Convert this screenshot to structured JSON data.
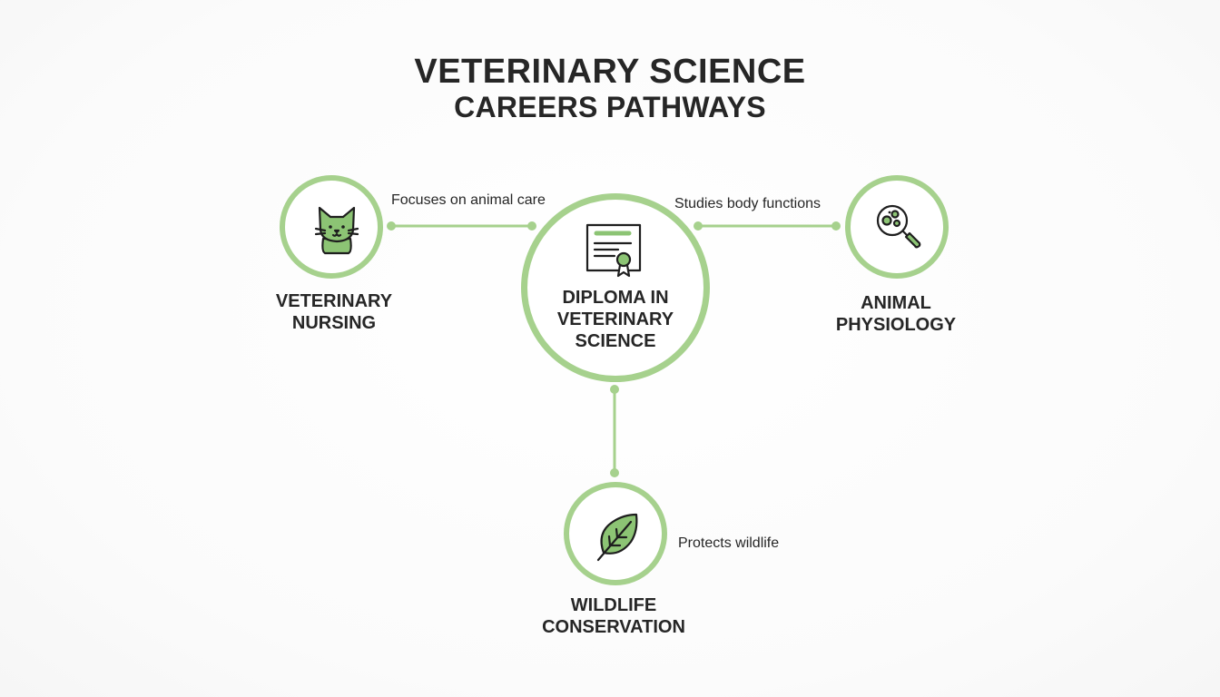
{
  "title": {
    "line1": "VETERINARY SCIENCE",
    "line2": "CAREERS PATHWAYS"
  },
  "center": {
    "label": "DIPLOMA IN\nVETERINARY\nSCIENCE",
    "icon": "diploma-certificate-icon"
  },
  "branches": [
    {
      "label": "VETERINARY\nNURSING",
      "edge_text": "Focuses on animal care",
      "icon": "cat-icon"
    },
    {
      "label": "ANIMAL\nPHYSIOLOGY",
      "edge_text": "Studies body functions",
      "icon": "magnifier-cells-icon"
    },
    {
      "label": "WILDLIFE\nCONSERVATION",
      "edge_text": "Protects wildlife",
      "icon": "leaf-icon"
    }
  ],
  "colors": {
    "accent": "#a6d18d",
    "text": "#262626",
    "background": "#ffffff"
  }
}
